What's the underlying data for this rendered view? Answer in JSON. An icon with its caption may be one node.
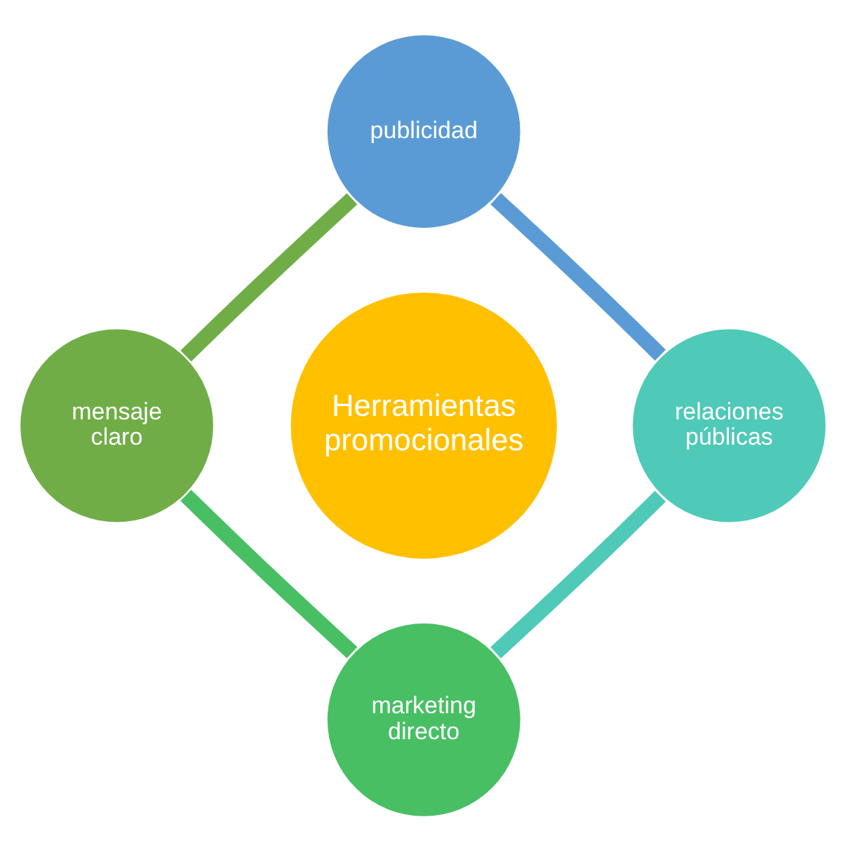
{
  "diagram": {
    "nodes": [
      {
        "text": [
          "publicidad"
        ]
      },
      {
        "text": [
          "relaciones públicas"
        ]
      },
      {
        "text": [
          "marketing directo"
        ]
      },
      {
        "text": [
          "mensaje claro"
        ]
      },
      {
        "text": [
          "Herramientas promocionales"
        ]
      }
    ],
    "edges": [
      {
        "from": 0,
        "to": 1,
        "arrow": "none",
        "color": "#5b9bd5"
      },
      {
        "from": 1,
        "to": 2,
        "arrow": "none",
        "color": "#4fc9b8"
      },
      {
        "from": 2,
        "to": 3,
        "arrow": "none",
        "color": "#48bf63"
      },
      {
        "from": 3,
        "to": 0,
        "arrow": "none",
        "color": "#70ad47"
      }
    ]
  }
}
